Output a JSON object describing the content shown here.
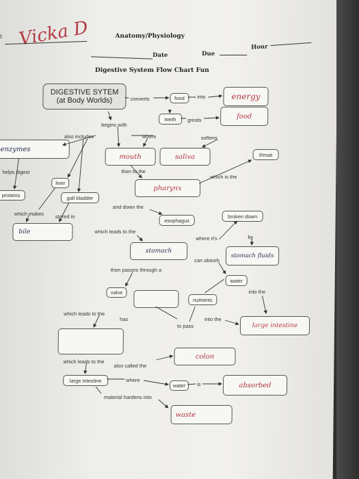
{
  "header": {
    "name_fragment": "e",
    "signature": "Vicka D",
    "course": "Anatomy/Physiology",
    "hour_label": "Hour",
    "date_label": "Date",
    "due_label": "Due",
    "worksheet_title": "Digestive System Flow Chart Fun"
  },
  "chart": {
    "main_title_line1": "DIGESTIVE SYTEM",
    "main_title_line2": "(at Body Worlds)",
    "converts": "converts",
    "food_box": "food",
    "into1": "into",
    "energy_answer": "energy",
    "begins_with": "begins with",
    "teeth_box": "teeth",
    "grinds": "grinds",
    "food_answer": "food",
    "also_includes": "also includes",
    "where1": "where",
    "softens": "softens",
    "enzymes_answer": "enzymes",
    "mouth_answer": "mouth",
    "saliva_answer": "saliva",
    "throat_box": "throat",
    "helps_digest": "helps digest",
    "liver_box": "liver",
    "then_to_the": "then to the",
    "which_is_the": "which is the",
    "proteins_box": "proteins",
    "gall_bladder_box": "gall bladder",
    "pharynx_answer": "pharynx",
    "and_down_the": "and down the",
    "which_makes": "which makes",
    "stored_in": "stored in",
    "esophagus_box": "esophagus",
    "broken_down_box": "broken down",
    "bile_answer": "bile",
    "which_leads_to_the1": "which leads to the",
    "where_its": "where it's",
    "by": "by",
    "stomach_answer": "stomach",
    "can_absorb": "can absorb",
    "stomach_fluids_answer": "stomach fluids",
    "then_passes_through_a": "then passes through a",
    "water_box": "water",
    "valve_box": "valve",
    "nutrients_box": "nutrients",
    "into_the1": "into the",
    "which_leads_to_the2": "which leads to the",
    "has": "has",
    "into_the2": "into the",
    "to_pass": "to pass",
    "large_intestine_answer": "large intestine",
    "colon_answer": "colon",
    "which_leads_to_the3": "which leads to the",
    "also_called_the": "also called the",
    "large_intestine_box": "large intestine",
    "where2": "where",
    "water_box2": "water",
    "is": "is",
    "absorbed_answer": "absorbed",
    "material_hardens_into": "material hardens into",
    "waste_answer": "waste"
  },
  "colors": {
    "ink_pen": "#b33a45",
    "ink_dark": "#27304f",
    "print": "#333333"
  }
}
